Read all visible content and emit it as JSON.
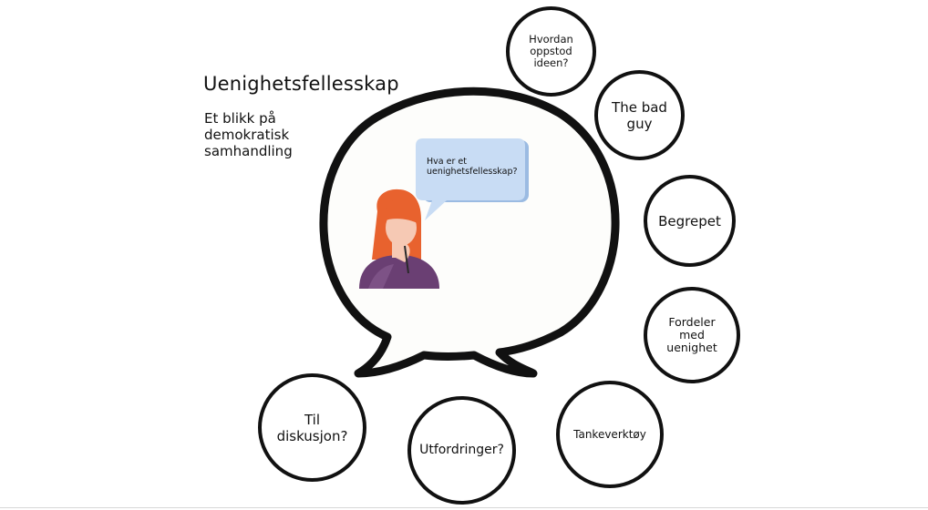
{
  "title": "Uenighetsfellesskap",
  "subtitle": "Et blikk på demokratisk samhandling",
  "speech_bubble": "Hva er et uenighetsfellesskap?",
  "colors": {
    "outline": "#111111",
    "bubble_fill": "#c8dcf4",
    "bubble_shadow": "#9bbbe2",
    "hair": "#e8622e",
    "skin": "#f6c9b4",
    "sweater": "#6a3f73"
  },
  "topics": [
    {
      "id": "hvordan",
      "label": "Hvordan oppstod ideen?"
    },
    {
      "id": "bad-guy",
      "label": "The bad guy"
    },
    {
      "id": "begrepet",
      "label": "Begrepet"
    },
    {
      "id": "fordeler",
      "label": "Fordeler med uenighet"
    },
    {
      "id": "tankeverktoy",
      "label": "Tankeverktøy"
    },
    {
      "id": "utfordringer",
      "label": "Utfordringer?"
    },
    {
      "id": "diskusjon",
      "label": "Til diskusjon?"
    }
  ]
}
